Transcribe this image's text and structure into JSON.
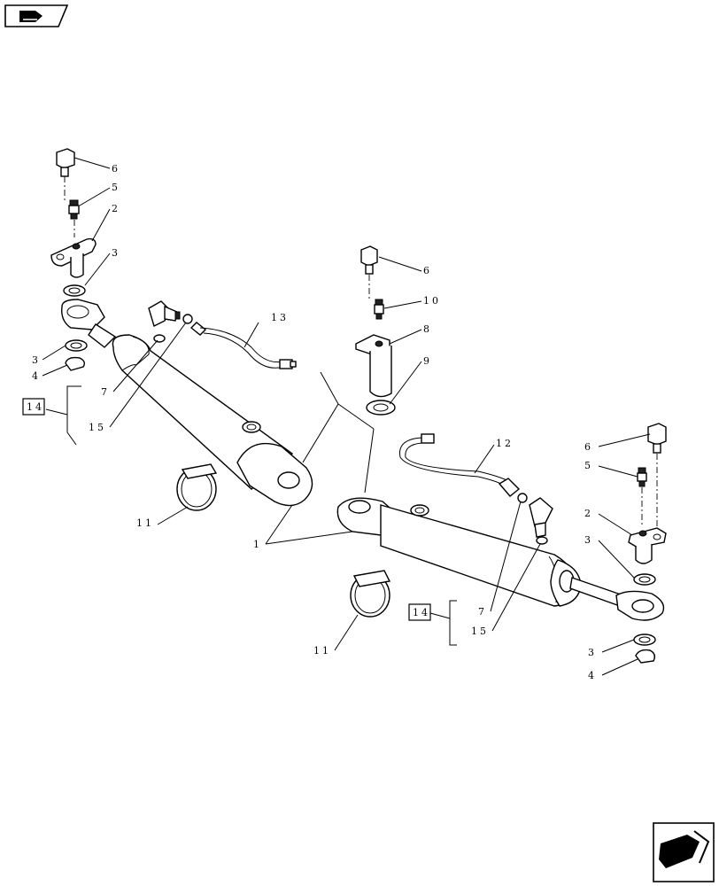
{
  "icons": {
    "top_left": "book-arrow-icon",
    "bottom_right": "next-page-arrow-icon"
  },
  "callouts": {
    "c1": "1",
    "c2a": "2",
    "c2b": "2",
    "c3a": "3",
    "c3b": "3",
    "c3c": "3",
    "c3d": "3",
    "c4a": "4",
    "c4b": "4",
    "c5a": "5",
    "c5b": "5",
    "c6a": "6",
    "c6b": "6",
    "c6c": "6",
    "c7a": "7",
    "c7b": "7",
    "c8": "8",
    "c9": "9",
    "c10": "10",
    "c11a": "11",
    "c11b": "11",
    "c12": "12",
    "c13": "13",
    "c14a": "14",
    "c14b": "14",
    "c15a": "15",
    "c15b": "15"
  }
}
